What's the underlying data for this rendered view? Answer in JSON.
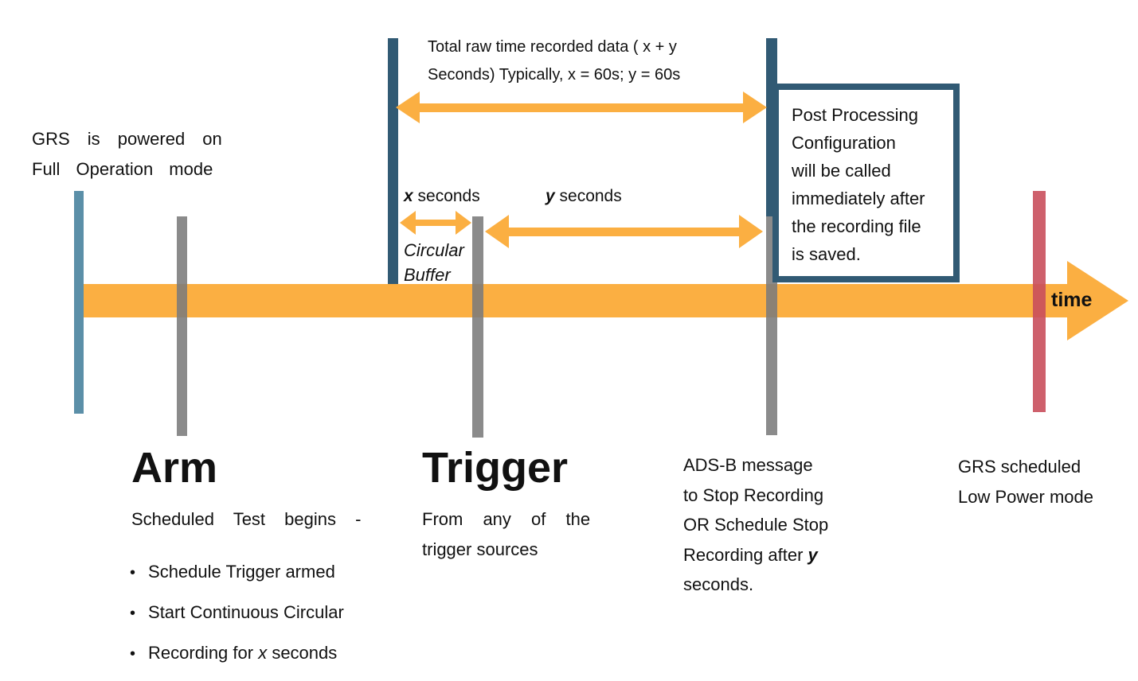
{
  "colors": {
    "orange": "#FBAF42",
    "navy": "#315A74",
    "steel_blue": "#5B8FA8",
    "gray": "#7B7B7B",
    "red": "#C94F5C"
  },
  "timeline": {
    "time_label": "time"
  },
  "annotations": {
    "powered_on": {
      "line1": "GRS is powered on",
      "line2": "Full Operation mode"
    },
    "total_raw": {
      "line1": "Total raw time recorded data ( x + y",
      "line2": "Seconds) Typically, x = 60s; y = 60s"
    },
    "x_seconds": {
      "var": "x",
      "rest": " seconds"
    },
    "y_seconds": {
      "var": "y",
      "rest": " seconds"
    },
    "circular_buffer": {
      "line1": "Circular",
      "line2": "Buffer"
    },
    "post_processing": {
      "lines": [
        "Post Processing",
        "Configuration",
        "will be called",
        "immediately after",
        "the recording file",
        "is saved."
      ]
    }
  },
  "events": {
    "arm": {
      "title": "Arm",
      "subtitle": "Scheduled Test begins -",
      "bullet1": "Schedule Trigger armed",
      "bullet2": "Start Continuous Circular",
      "bullet3": {
        "prefix": "Recording for ",
        "var": "x",
        "suffix": " seconds"
      }
    },
    "trigger": {
      "title": "Trigger",
      "subtitle_line1": "From any of the",
      "subtitle_line2": "trigger sources"
    },
    "stop": {
      "line1": "ADS-B message",
      "line2": "to Stop Recording",
      "line3": "OR Schedule Stop",
      "line4_prefix": "Recording after ",
      "line4_var": "y",
      "line5": "seconds."
    },
    "low_power": {
      "line1": "GRS scheduled",
      "line2": "Low Power mode"
    }
  }
}
